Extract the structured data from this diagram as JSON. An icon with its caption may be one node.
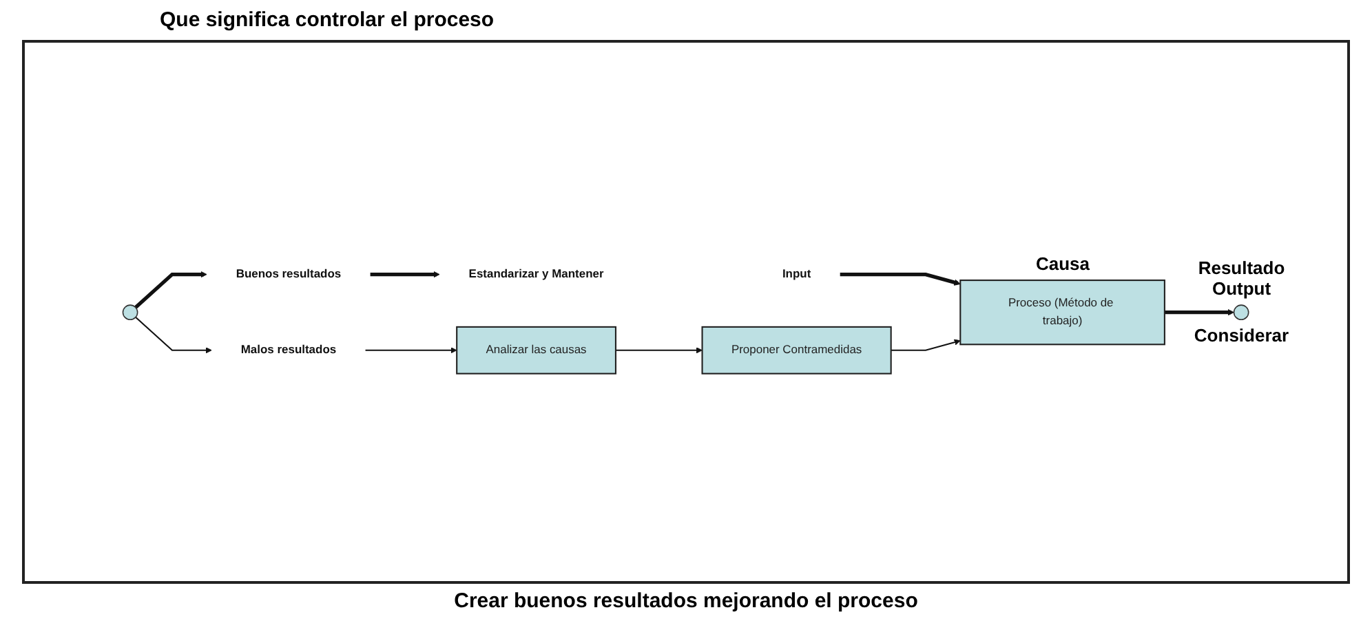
{
  "diagram": {
    "title": "Que significa controlar el proceso",
    "caption": "Crear buenos resultados mejorando el proceso",
    "nodes": [
      {
        "text": [
          "Input"
        ]
      },
      {
        "text": [
          "Proceso (Método de trabajo)"
        ],
        "beside": [
          "Causa"
        ]
      },
      {
        "text": [],
        "shape": "circle",
        "beside": [
          "Resultado Output",
          "Considerar"
        ]
      },
      {
        "text": [],
        "shape": "circle"
      },
      {
        "text": [
          "Buenos resultados"
        ]
      },
      {
        "text": [
          "Estandarizar y Mantener"
        ]
      },
      {
        "text": [
          "Malos resultados"
        ]
      },
      {
        "text": [
          "Analizar las causas"
        ]
      },
      {
        "text": [
          "Proponer Contramedidas"
        ]
      }
    ],
    "edges": [
      {
        "from": 0,
        "to": 1,
        "arrow": "to",
        "style": "thick"
      },
      {
        "from": 1,
        "to": 2,
        "arrow": "to",
        "style": "thick"
      },
      {
        "from": 3,
        "to": 4,
        "arrow": "to",
        "style": "thick"
      },
      {
        "from": 3,
        "to": 6,
        "arrow": "to"
      },
      {
        "from": 4,
        "to": 5,
        "arrow": "to",
        "style": "thick"
      },
      {
        "from": 6,
        "to": 7,
        "arrow": "to"
      },
      {
        "from": 7,
        "to": 8,
        "arrow": "to"
      },
      {
        "from": 8,
        "to": 1,
        "arrow": "to"
      }
    ]
  }
}
